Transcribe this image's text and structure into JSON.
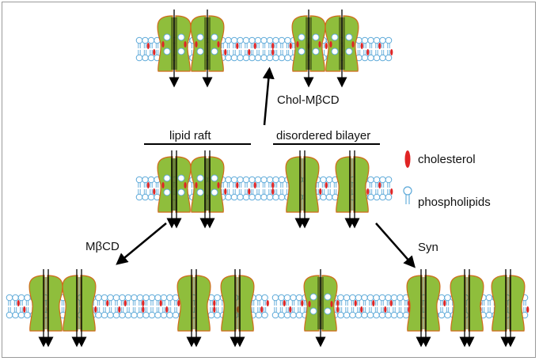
{
  "labels": {
    "lipid_raft": "lipid raft",
    "disordered_bilayer": "disordered bilayer",
    "chol_mbcd": "Chol-MβCD",
    "mbcd": "MβCD",
    "syn": "Syn",
    "cholesterol": "cholesterol",
    "phospholipids": "phospholipids"
  },
  "colors": {
    "channel_fill": "#8fbe3c",
    "channel_dark": "#4f6e1e",
    "channel_edge": "#d06a1a",
    "cholesterol": "#e02424",
    "phospholipid_head": "#5aa8d8",
    "arrow": "#000000"
  },
  "icons": [
    "cholesterol-icon",
    "phospholipid-icon"
  ]
}
